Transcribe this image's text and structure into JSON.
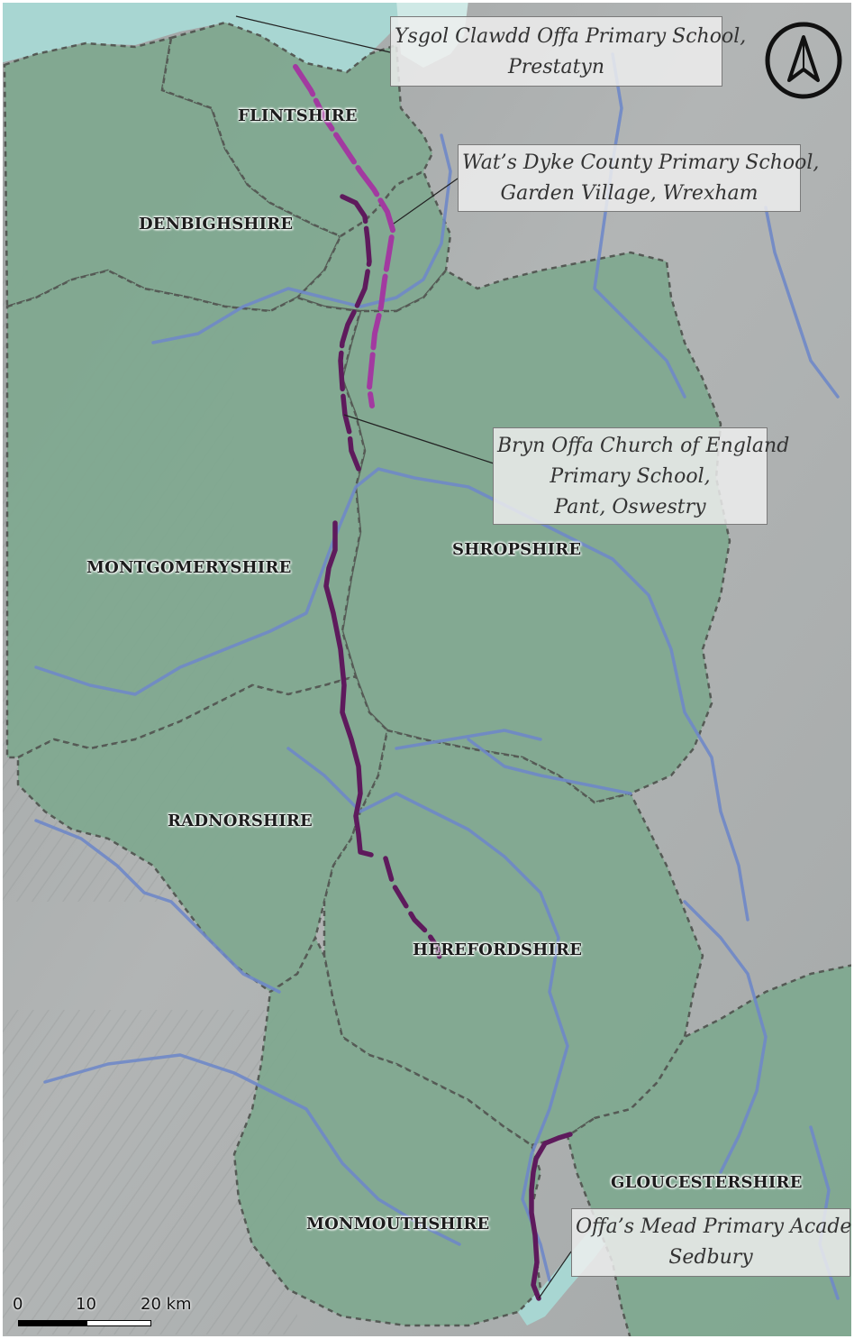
{
  "map": {
    "counties": [
      {
        "id": "flintshire",
        "label": "FLINTSHIRE"
      },
      {
        "id": "denbighshire",
        "label": "DENBIGHSHIRE"
      },
      {
        "id": "shropshire",
        "label": "SHROPSHIRE"
      },
      {
        "id": "montgomeryshire",
        "label": "MONTGOMERYSHIRE"
      },
      {
        "id": "radnorshire",
        "label": "RADNORSHIRE"
      },
      {
        "id": "herefordshire",
        "label": "HEREFORDSHIRE"
      },
      {
        "id": "gloucestershire",
        "label": "GLOUCESTERSHIRE"
      },
      {
        "id": "monmouthshire",
        "label": "MONMOUTHSHIRE"
      }
    ],
    "schools": [
      {
        "id": "prestatyn",
        "lines": [
          "Ysgol Clawdd Offa Primary School,",
          "Prestatyn"
        ]
      },
      {
        "id": "wrexham",
        "lines": [
          "Wat’s Dyke County Primary School,",
          "Garden Village, Wrexham"
        ]
      },
      {
        "id": "oswestry",
        "lines": [
          "Bryn Offa Church of England",
          "Primary School,",
          "Pant, Oswestry"
        ]
      },
      {
        "id": "sedbury",
        "lines": [
          "Offa’s Mead Primary Academy,",
          "Sedbury"
        ]
      }
    ],
    "scale": {
      "ticks": [
        "0",
        "10",
        "20 km"
      ]
    },
    "north_arrow_icon": "north-arrow-icon",
    "colors": {
      "county_fill": "#7fa88f",
      "sea": "#a8d6d2",
      "river": "#6f88c8",
      "border": "#555a55",
      "offas_dyke": "#5e1a5c",
      "wats_dyke": "#a23aa0",
      "terrain": "#a9acac"
    }
  }
}
